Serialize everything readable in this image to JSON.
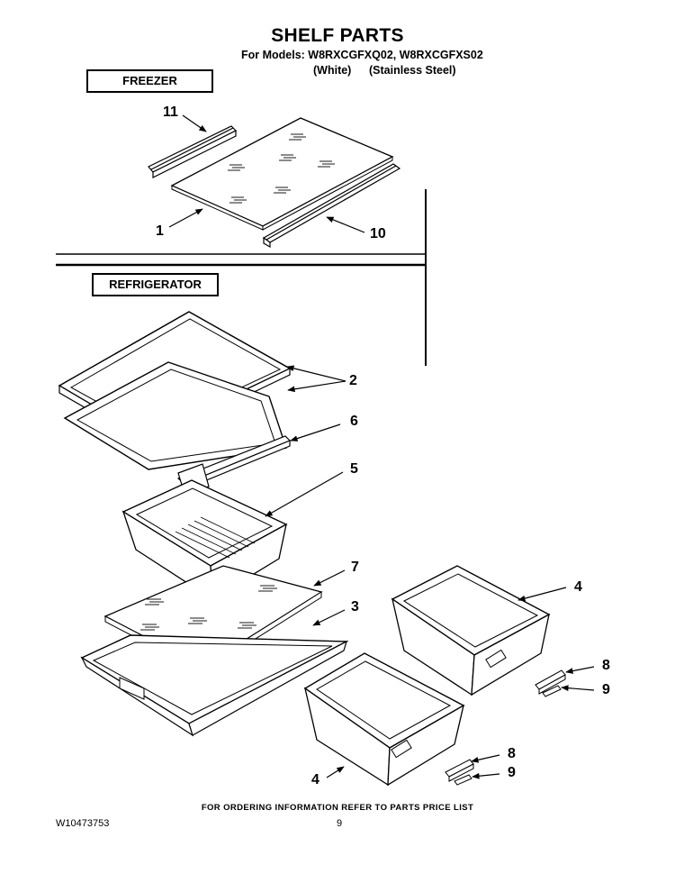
{
  "header": {
    "title": "SHELF PARTS",
    "models_line": "For Models: W8RXCGFXQ02, W8RXCGFXS02",
    "variant_white": "(White)",
    "variant_stainless": "(Stainless Steel)"
  },
  "sections": {
    "freezer": "FREEZER",
    "refrigerator": "REFRIGERATOR"
  },
  "callouts": {
    "c11": "11",
    "c1": "1",
    "c10": "10",
    "c2": "2",
    "c6": "6",
    "c5": "5",
    "c7": "7",
    "c3": "3",
    "c4_top": "4",
    "c8_top": "8",
    "c9_top": "9",
    "c8_bottom": "8",
    "c9_bottom": "9",
    "c4_bottom": "4"
  },
  "footer": {
    "ordering_note": "FOR ORDERING INFORMATION REFER TO PARTS PRICE LIST",
    "doc_id": "W10473753",
    "page_number": "9"
  }
}
